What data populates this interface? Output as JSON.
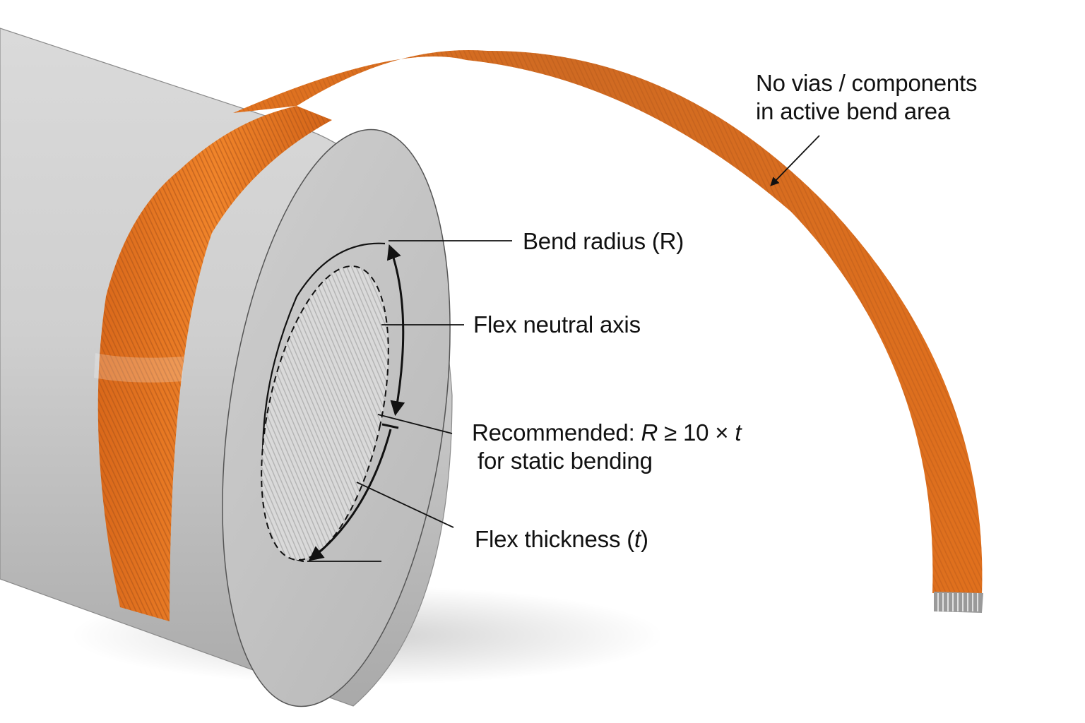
{
  "diagram": {
    "subject": "Flex PCB wrapped around a cylinder showing bend radius guidelines",
    "colors": {
      "flex_orange": "#e8761e",
      "flex_trace": "#b8581a",
      "cylinder_gray": "#c9c9c9",
      "end_cap_gray": "#bdbdbd",
      "ink": "#111111",
      "background": "#ffffff"
    },
    "labels": {
      "no_vias_line1": "No vias / components",
      "no_vias_line2": "in active bend area",
      "bend_radius": "Bend radius (R)",
      "neutral_axis": "Flex neutral axis",
      "recommended_prefix": "Recommended: ",
      "recommended_R": "R",
      "recommended_op": " ≥ 10 × ",
      "recommended_t": "t",
      "recommended_line2": "for static bending",
      "thickness_prefix": "Flex thickness (",
      "thickness_t": "t",
      "thickness_suffix": ")"
    }
  }
}
